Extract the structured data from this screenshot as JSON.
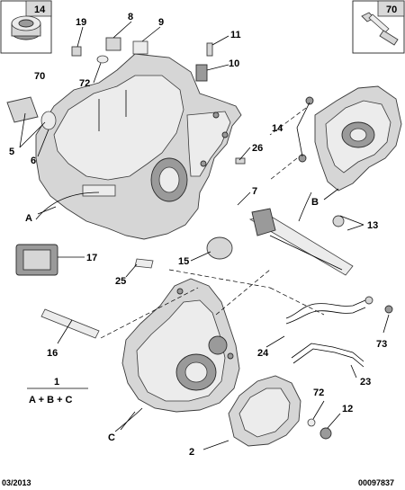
{
  "callouts": {
    "c14a": "14",
    "c70a": "70",
    "c19": "19",
    "c8": "8",
    "c9": "9",
    "c11": "11",
    "c70b": "70",
    "c72a": "72",
    "c10": "10",
    "c14b": "14",
    "c5": "5",
    "c6": "6",
    "c26": "26",
    "cA": "A",
    "c7": "7",
    "cB": "B",
    "c13": "13",
    "c17": "17",
    "c15": "15",
    "c25": "25",
    "c16": "16",
    "c24": "24",
    "c73": "73",
    "c1": "1",
    "c23": "23",
    "cC": "C",
    "c72b": "72",
    "c12": "12",
    "c2": "2"
  },
  "legend": {
    "formula": "A + B + C"
  },
  "footer": {
    "date": "03/2013",
    "reference": "00097837"
  }
}
